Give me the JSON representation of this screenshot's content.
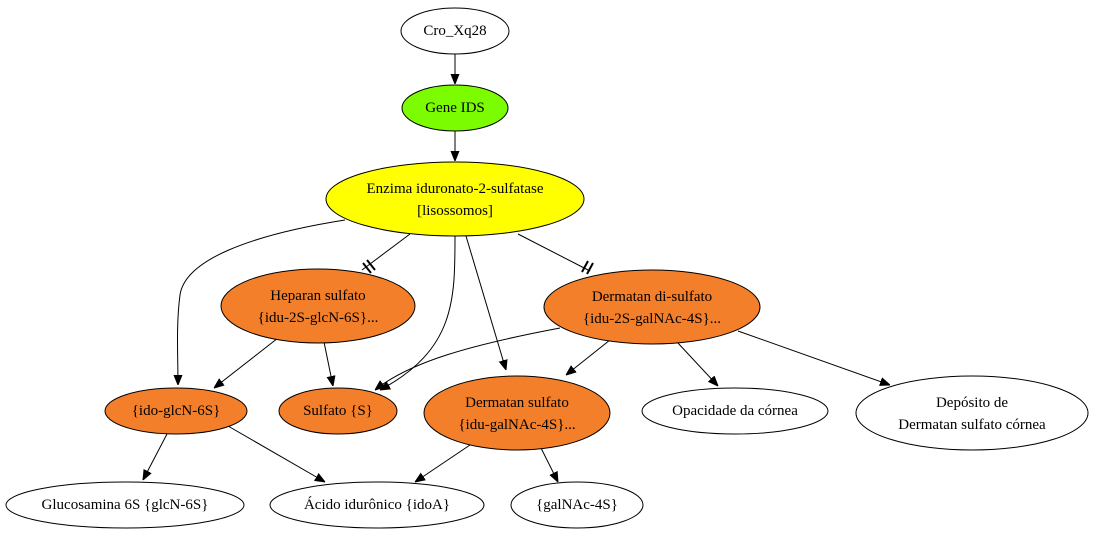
{
  "colors": {
    "green": "#7cfc00",
    "yellow": "#ffff00",
    "orange": "#f47f2a",
    "white": "#ffffff"
  },
  "nodes": {
    "cro": {
      "label": "Cro_Xq28",
      "fill": "white"
    },
    "gene": {
      "label": "Gene IDS",
      "fill": "green"
    },
    "enzima": {
      "line1": "Enzima iduronato-2-sulfatase",
      "line2": "[lisossomos]",
      "fill": "yellow"
    },
    "heparan": {
      "line1": "Heparan sulfato",
      "line2": "{idu-2S-glcN-6S}...",
      "fill": "orange"
    },
    "dermatan_di": {
      "line1": "Dermatan di-sulfato",
      "line2": "{idu-2S-galNAc-4S}...",
      "fill": "orange"
    },
    "idoglcn": {
      "label": "{ido-glcN-6S}",
      "fill": "orange"
    },
    "sulfato": {
      "label": "Sulfato {S}",
      "fill": "orange"
    },
    "dermatan": {
      "line1": "Dermatan sulfato",
      "line2": "{idu-galNAc-4S}...",
      "fill": "orange"
    },
    "opacidade": {
      "label": "Opacidade da córnea",
      "fill": "white"
    },
    "deposito": {
      "line1": "Depósito de",
      "line2": "Dermatan sulfato córnea",
      "fill": "white"
    },
    "glucosamina": {
      "label": "Glucosamina 6S {glcN-6S}",
      "fill": "white"
    },
    "acido": {
      "label": "Ácido idurônico {idoA}",
      "fill": "white"
    },
    "galnac": {
      "label": "{galNAc-4S}",
      "fill": "white"
    }
  },
  "edges": [
    {
      "from": "cro",
      "to": "gene",
      "type": "normal"
    },
    {
      "from": "gene",
      "to": "enzima",
      "type": "normal"
    },
    {
      "from": "enzima",
      "to": "heparan",
      "type": "inhibit"
    },
    {
      "from": "enzima",
      "to": "dermatan_di",
      "type": "inhibit"
    },
    {
      "from": "enzima",
      "to": "idoglcn",
      "type": "normal"
    },
    {
      "from": "enzima",
      "to": "sulfato",
      "type": "normal"
    },
    {
      "from": "enzima",
      "to": "dermatan",
      "type": "normal"
    },
    {
      "from": "heparan",
      "to": "idoglcn",
      "type": "normal"
    },
    {
      "from": "heparan",
      "to": "sulfato",
      "type": "normal"
    },
    {
      "from": "dermatan_di",
      "to": "sulfato",
      "type": "normal"
    },
    {
      "from": "dermatan_di",
      "to": "dermatan",
      "type": "normal"
    },
    {
      "from": "dermatan_di",
      "to": "opacidade",
      "type": "normal"
    },
    {
      "from": "dermatan_di",
      "to": "deposito",
      "type": "normal"
    },
    {
      "from": "idoglcn",
      "to": "glucosamina",
      "type": "normal"
    },
    {
      "from": "idoglcn",
      "to": "acido",
      "type": "normal"
    },
    {
      "from": "dermatan",
      "to": "acido",
      "type": "normal"
    },
    {
      "from": "dermatan",
      "to": "galnac",
      "type": "normal"
    }
  ]
}
